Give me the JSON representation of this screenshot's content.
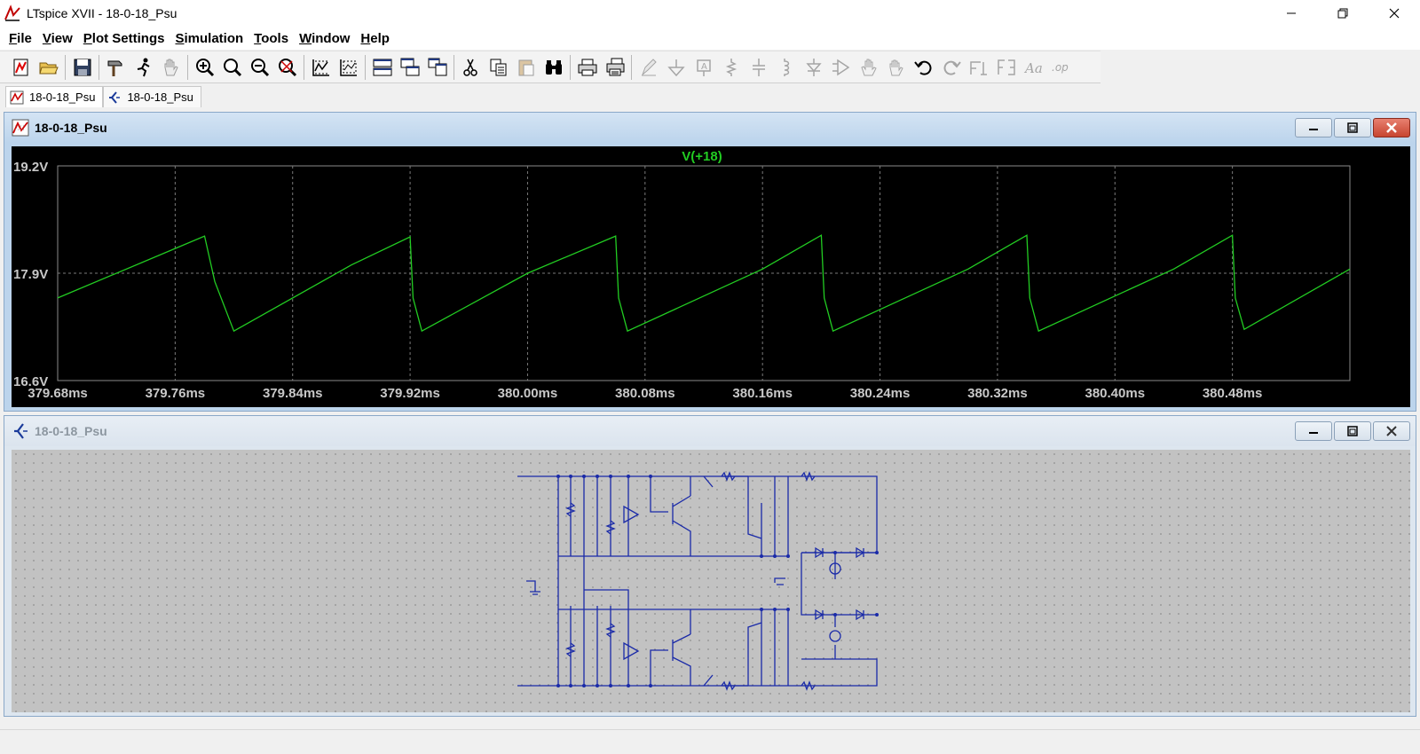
{
  "window": {
    "title": "LTspice XVII - 18-0-18_Psu",
    "min_icon": "minimize-icon",
    "max_icon": "maximize-icon",
    "close_icon": "close-icon"
  },
  "menu": [
    {
      "first": "F",
      "rest": "ile"
    },
    {
      "first": "V",
      "rest": "iew"
    },
    {
      "first": "P",
      "rest": "lot Settings"
    },
    {
      "first": "S",
      "rest": "imulation"
    },
    {
      "first": "T",
      "rest": "ools"
    },
    {
      "first": "W",
      "rest": "indow"
    },
    {
      "first": "H",
      "rest": "elp"
    }
  ],
  "tabs": [
    {
      "label": "18-0-18_Psu",
      "icon": "waveform-doc-icon",
      "active": true
    },
    {
      "label": "18-0-18_Psu",
      "icon": "schematic-doc-icon",
      "active": false
    }
  ],
  "waveform": {
    "window_title": "18-0-18_Psu",
    "trace_name": "V(+18)",
    "trace_color": "#22cc22"
  },
  "schematic": {
    "window_title": "18-0-18_Psu"
  },
  "chart_data": {
    "type": "line",
    "title": "V(+18)",
    "xlabel": "",
    "ylabel": "",
    "x_ticks": [
      "379.68ms",
      "379.76ms",
      "379.84ms",
      "379.92ms",
      "380.00ms",
      "380.08ms",
      "380.16ms",
      "380.24ms",
      "380.32ms",
      "380.40ms",
      "380.48ms"
    ],
    "y_ticks": [
      "19.2V",
      "17.9V",
      "16.6V"
    ],
    "xlim": [
      379.68,
      380.56
    ],
    "ylim": [
      16.6,
      19.2
    ],
    "grid": true,
    "series": [
      {
        "name": "V(+18)",
        "color": "#22cc22",
        "x": [
          379.68,
          379.76,
          379.78,
          379.787,
          379.8,
          379.88,
          379.92,
          379.922,
          379.928,
          380.0,
          380.06,
          380.062,
          380.068,
          380.16,
          380.2,
          380.202,
          380.208,
          380.3,
          380.34,
          380.342,
          380.348,
          380.44,
          380.48,
          380.482,
          380.488,
          380.56
        ],
        "y": [
          17.6,
          18.2,
          18.35,
          17.8,
          17.2,
          18.0,
          18.34,
          17.6,
          17.2,
          17.9,
          18.35,
          17.6,
          17.2,
          17.95,
          18.36,
          17.6,
          17.2,
          17.95,
          18.36,
          17.6,
          17.2,
          17.95,
          18.36,
          17.6,
          17.22,
          17.95
        ]
      }
    ]
  }
}
